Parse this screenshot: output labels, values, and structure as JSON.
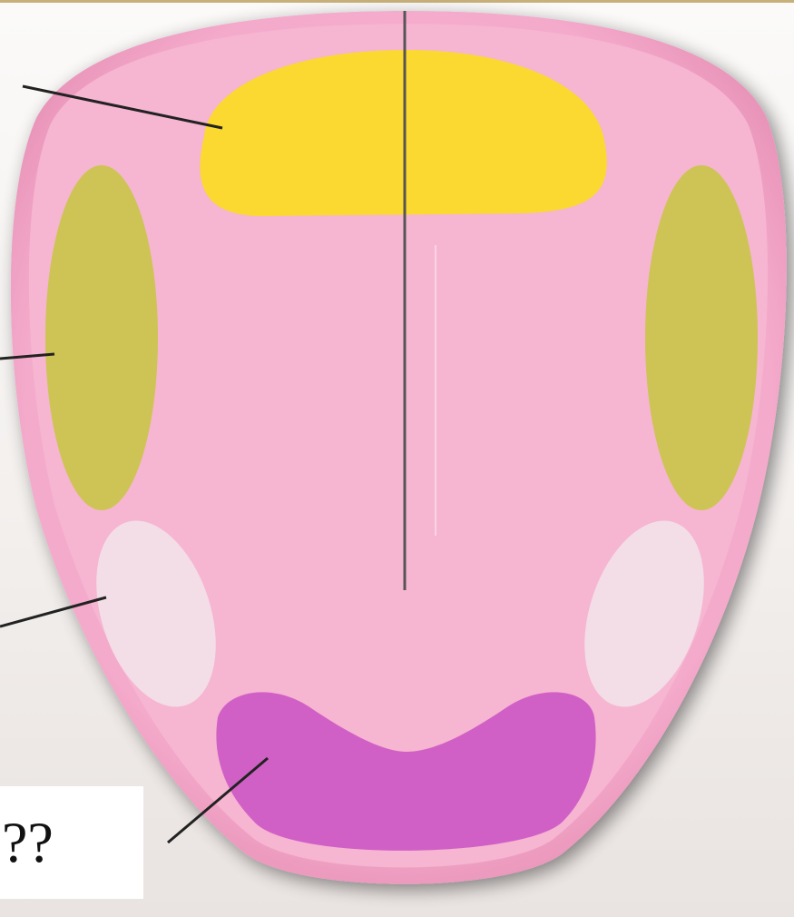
{
  "diagram": {
    "title": "",
    "regions": [
      {
        "id": "tip",
        "color": "#fbd930"
      },
      {
        "id": "left-side-front",
        "color": "#cdc455"
      },
      {
        "id": "right-side-front",
        "color": "#cdc455"
      },
      {
        "id": "left-side-back",
        "color": "#f3dde6"
      },
      {
        "id": "right-side-back",
        "color": "#f3dde6"
      },
      {
        "id": "back",
        "color": "#d160c6"
      }
    ],
    "tongue_color": "#f6b4d0",
    "unknown_label": "??"
  }
}
